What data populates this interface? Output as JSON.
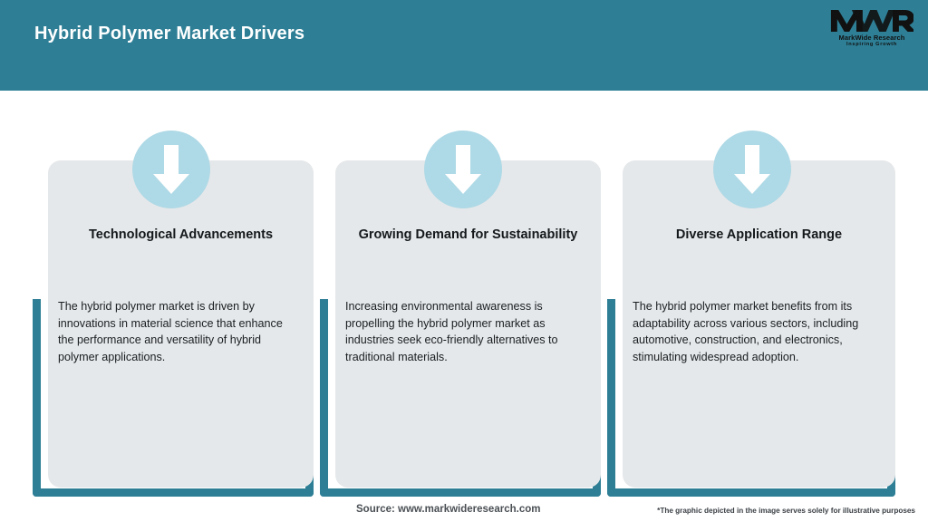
{
  "header": {
    "title": "Hybrid Polymer Market Drivers",
    "background_color": "#2E7F96",
    "title_color": "#FFFFFF"
  },
  "logo": {
    "mark": "MWR",
    "name": "MarkWide Research",
    "tagline": "Inspiring Growth",
    "icon_name": "mwr-logo"
  },
  "theme": {
    "accent": "#2E7F96",
    "card_background": "#E5E8EA",
    "circle_color": "#AED9E6",
    "arrow_color": "#FFFFFF",
    "page_background": "#FFFFFF"
  },
  "cards": [
    {
      "icon": "arrow-down-icon",
      "title": "Technological Advancements",
      "body": "The hybrid polymer market is driven by innovations in material science that enhance the performance and versatility of hybrid polymer applications."
    },
    {
      "icon": "arrow-down-icon",
      "title": "Growing Demand for Sustainability",
      "body": "Increasing environmental awareness is propelling the hybrid polymer market as industries seek eco-friendly alternatives to traditional materials."
    },
    {
      "icon": "arrow-down-icon",
      "title": "Diverse Application Range",
      "body": "The hybrid polymer market benefits from its adaptability across various sectors, including automotive, construction, and electronics, stimulating widespread adoption."
    }
  ],
  "footer": {
    "source": "Source: www.markwideresearch.com",
    "disclaimer": "*The graphic depicted in the image serves solely for illustrative purposes"
  }
}
